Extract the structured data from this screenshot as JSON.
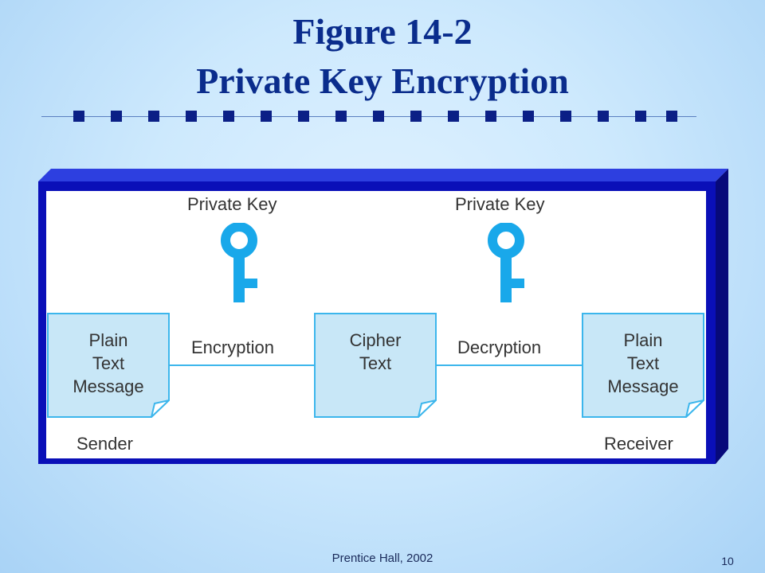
{
  "title": {
    "line1": "Figure 14-2",
    "line2": "Private Key Encryption"
  },
  "diagram": {
    "key_left": "Private Key",
    "key_right": "Private Key",
    "encryption": "Encryption",
    "decryption": "Decryption",
    "plain_left": [
      "Plain",
      "Text",
      "Message"
    ],
    "cipher": [
      "Cipher",
      "Text"
    ],
    "plain_right": [
      "Plain",
      "Text",
      "Message"
    ],
    "sender": "Sender",
    "receiver": "Receiver"
  },
  "colors": {
    "title": "#0a2c8c",
    "frame": "#0a0fb8",
    "accent": "#3cb6ec",
    "doc_fill": "#c8e7f7"
  },
  "footer": {
    "credit": "Prentice Hall, 2002",
    "page": "10"
  }
}
